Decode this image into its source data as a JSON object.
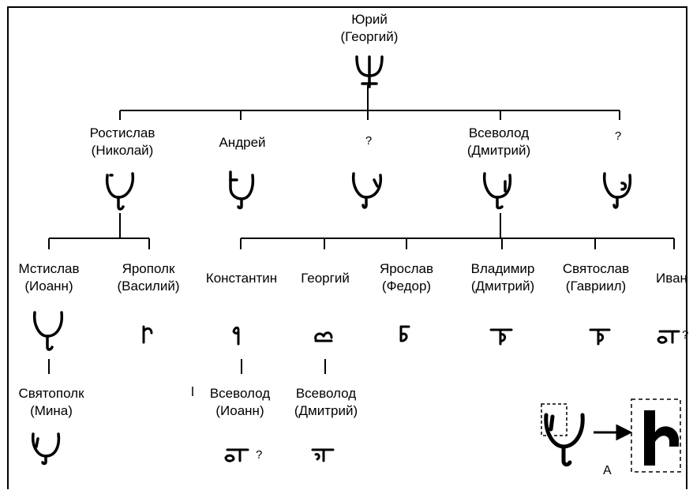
{
  "people": {
    "yuri": {
      "name": "Юрий",
      "alt": "(Георгий)"
    },
    "rostislav": {
      "name": "Ростислав",
      "alt": "(Николай)"
    },
    "andrei": {
      "name": "Андрей"
    },
    "unknown1": {
      "name": "?"
    },
    "vsevolod_top": {
      "name": "Всеволод",
      "alt": "(Дмитрий)"
    },
    "unknown2": {
      "name": "?"
    },
    "mstislav": {
      "name": "Мстислав",
      "alt": "(Иоанн)"
    },
    "yaropolk": {
      "name": "Ярополк",
      "alt": "(Василий)"
    },
    "konstantin": {
      "name": "Константин"
    },
    "georgi": {
      "name": "Георгий"
    },
    "yaroslav": {
      "name": "Ярослав",
      "alt": "(Федор)"
    },
    "vladimir": {
      "name": "Владимир",
      "alt": "(Дмитрий)"
    },
    "svyatoslav": {
      "name": "Святослав",
      "alt": "(Гавриил)"
    },
    "ivan": {
      "name": "Иван"
    },
    "svyatopolk": {
      "name": "Святополк",
      "alt": "(Мина)"
    },
    "vsevolod_ioann": {
      "name": "Всеволод",
      "alt": "(Иоанн)"
    },
    "vsevolod_dmitri": {
      "name": "Всеволод",
      "alt": "(Дмитрий)"
    }
  },
  "marks": {
    "uncertain": "?",
    "inset_label": "A"
  }
}
